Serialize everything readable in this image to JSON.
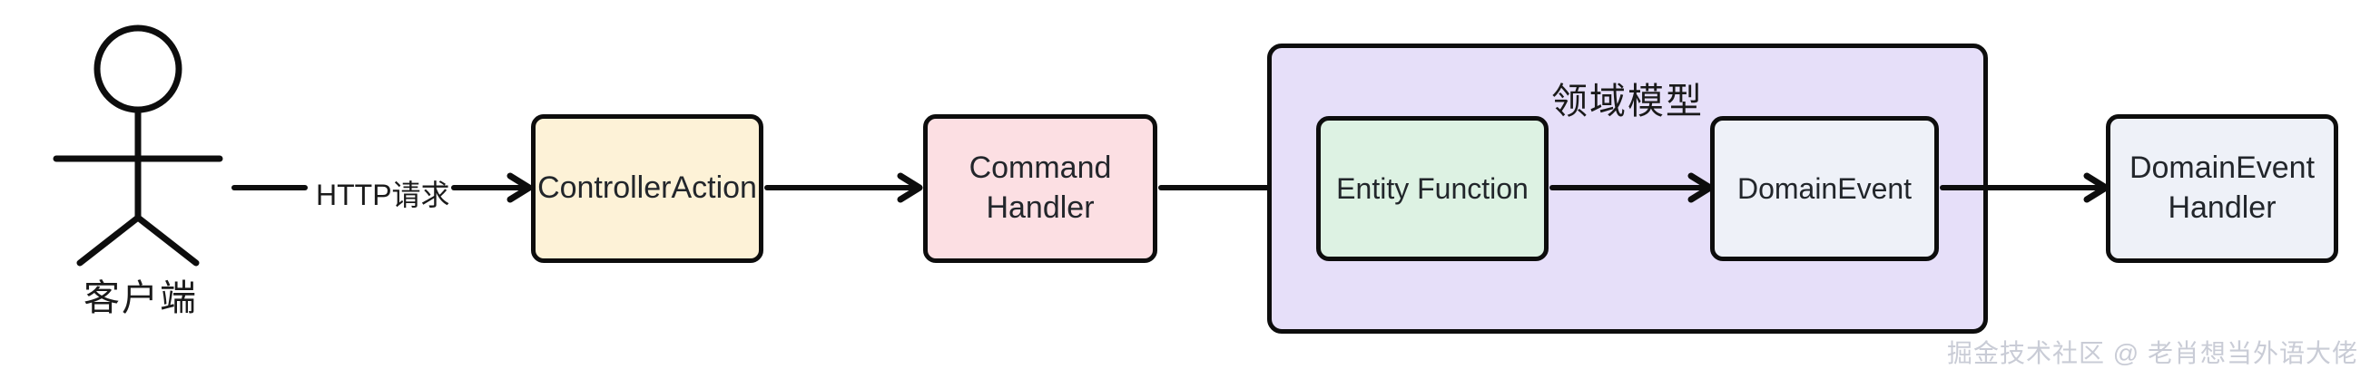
{
  "diagram": {
    "actor": {
      "icon": "stick-figure-person-icon",
      "label": "客户端"
    },
    "edges": [
      {
        "id": "actor-to-controller",
        "label": "HTTP请求"
      },
      {
        "id": "controller-to-command",
        "label": ""
      },
      {
        "id": "command-to-entity",
        "label": ""
      },
      {
        "id": "entity-to-domainevent",
        "label": ""
      },
      {
        "id": "domainevent-to-handler",
        "label": ""
      }
    ],
    "nodes": [
      {
        "id": "controller-action",
        "label": "ControllerAction",
        "fill": "#fdf2d7",
        "stroke": "#0d0d0d"
      },
      {
        "id": "command-handler",
        "label": "Command\nHandler",
        "line1": "Command",
        "line2": "Handler",
        "fill": "#fcdfe3",
        "stroke": "#0d0d0d"
      },
      {
        "id": "entity-function",
        "label": "Entity Function",
        "fill": "#ddf2e3",
        "stroke": "#0d0d0d"
      },
      {
        "id": "domain-event",
        "label": "DomainEvent",
        "fill": "#eef1f8",
        "stroke": "#0d0d0d"
      },
      {
        "id": "domain-event-handler",
        "line1": "DomainEvent",
        "line2": "Handler",
        "fill": "#eef1f8",
        "stroke": "#0d0d0d"
      }
    ],
    "group": {
      "id": "domain-model",
      "title": "领域模型",
      "fill": "#e6dff9",
      "stroke": "#0d0d0d"
    },
    "watermark": "掘金技术社区 @ 老肖想当外语大佬",
    "colors": {
      "background": "#ffffff",
      "line": "#0d0d0d",
      "text": "#22262b",
      "watermark_text": "#c9ccd6"
    }
  }
}
